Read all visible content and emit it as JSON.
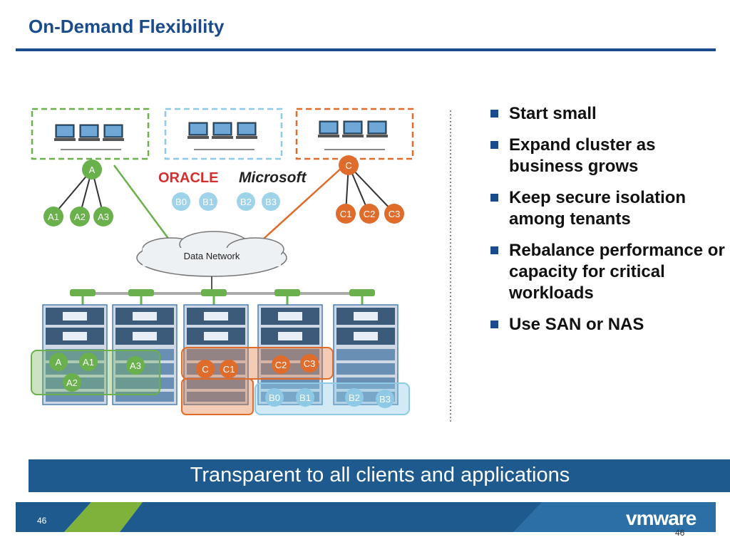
{
  "title": "On-Demand Flexibility",
  "bullets": [
    "Start small",
    "Expand cluster as business grows",
    "Keep secure isolation among tenants",
    "Rebalance performance or capacity for critical workloads",
    "Use SAN or NAS"
  ],
  "banner": "Transparent to all clients and applications",
  "slide_number": "46",
  "slide_number_footer": "46",
  "logo": "vmware",
  "diagram": {
    "network_label": "Data Network",
    "vendor_oracle": "ORACLE",
    "vendor_microsoft": "Microsoft",
    "tenant_a": {
      "hub": "A",
      "children": [
        "A1",
        "A2",
        "A3"
      ]
    },
    "tenant_b": {
      "children": [
        "B0",
        "B1",
        "B2",
        "B3"
      ]
    },
    "tenant_c": {
      "hub": "C",
      "children": [
        "C1",
        "C2",
        "C3"
      ]
    },
    "rack_labels": {
      "a": "A",
      "a1": "A1",
      "a2": "A2",
      "a3": "A3",
      "c": "C",
      "c1": "C1",
      "c2": "C2",
      "c3": "C3",
      "b0": "B0",
      "b1": "B1",
      "b2": "B2",
      "b3": "B3"
    }
  },
  "colors": {
    "green": "#6ab04c",
    "light_blue": "#8ecae6",
    "orange": "#e06c2c",
    "navy": "#1a4b8c",
    "banner": "#1e5a8e"
  }
}
